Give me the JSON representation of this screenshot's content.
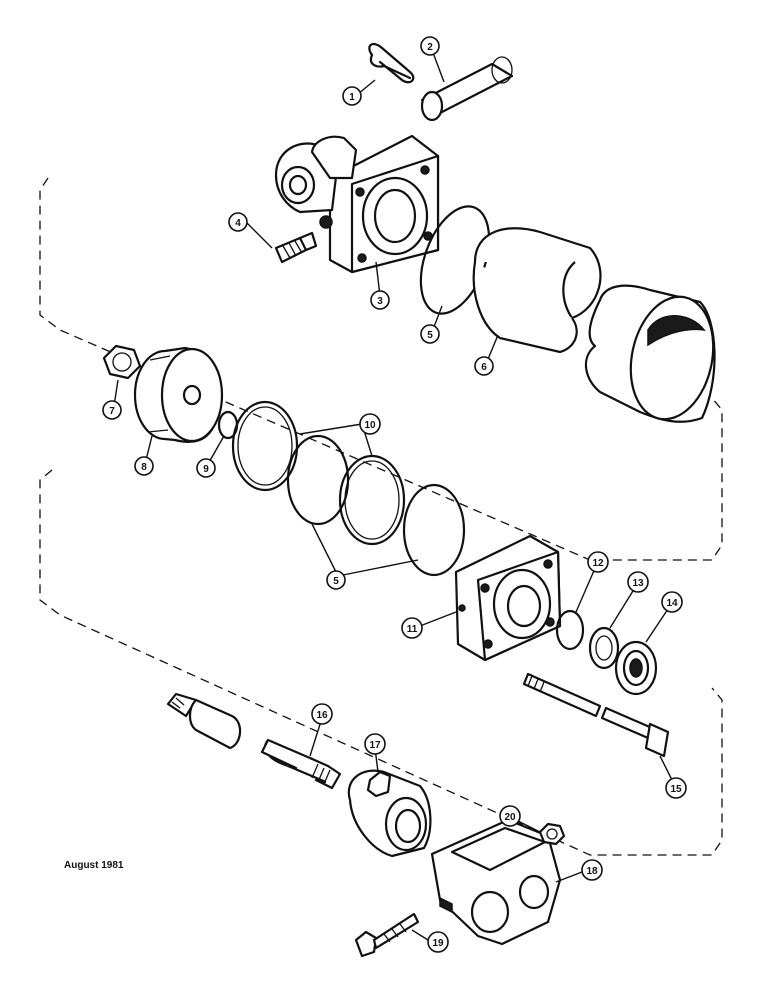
{
  "callouts": [
    {
      "id": "1",
      "label": "1"
    },
    {
      "id": "2",
      "label": "2"
    },
    {
      "id": "3",
      "label": "3"
    },
    {
      "id": "4",
      "label": "4"
    },
    {
      "id": "5a",
      "label": "5"
    },
    {
      "id": "6",
      "label": "6"
    },
    {
      "id": "7",
      "label": "7"
    },
    {
      "id": "8",
      "label": "8"
    },
    {
      "id": "9",
      "label": "9"
    },
    {
      "id": "10",
      "label": "10"
    },
    {
      "id": "5b",
      "label": "5"
    },
    {
      "id": "11",
      "label": "11"
    },
    {
      "id": "12",
      "label": "12"
    },
    {
      "id": "13",
      "label": "13"
    },
    {
      "id": "14",
      "label": "14"
    },
    {
      "id": "15",
      "label": "15"
    },
    {
      "id": "16",
      "label": "16"
    },
    {
      "id": "17",
      "label": "17"
    },
    {
      "id": "18",
      "label": "18"
    },
    {
      "id": "19",
      "label": "19"
    },
    {
      "id": "20",
      "label": "20"
    }
  ],
  "footer": {
    "date": "August 1981"
  }
}
